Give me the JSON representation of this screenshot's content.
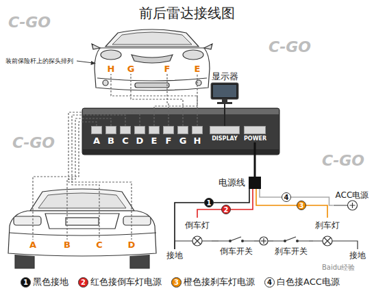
{
  "diagram": {
    "title": "前后雷达接线图",
    "nodes": [
      {
        "text": [
          "H"
        ]
      },
      {
        "text": [
          "G"
        ]
      },
      {
        "text": [
          "F"
        ]
      },
      {
        "text": [
          "E"
        ]
      },
      {
        "text": [
          "显示器"
        ]
      },
      {
        "text": [
          "A"
        ]
      },
      {
        "text": [
          "B"
        ]
      },
      {
        "text": [
          "C"
        ]
      },
      {
        "text": [
          "D"
        ]
      },
      {
        "text": [
          "E"
        ]
      },
      {
        "text": [
          "F"
        ]
      },
      {
        "text": [
          "G"
        ]
      },
      {
        "text": [
          "H"
        ]
      },
      {
        "text": [
          "DISPLAY"
        ]
      },
      {
        "text": [
          "POWER"
        ]
      },
      {
        "text": [
          "电源线"
        ]
      },
      {
        "text": [
          "ACC电源"
        ]
      },
      {
        "text": [
          "倒车灯"
        ]
      },
      {
        "text": [
          "刹车灯"
        ]
      },
      {
        "text": [
          "A"
        ]
      },
      {
        "text": [
          "B"
        ]
      },
      {
        "text": [
          "C"
        ]
      },
      {
        "text": [
          "D"
        ]
      },
      {
        "text": [
          "接地"
        ]
      },
      {
        "text": [
          "倒车开关"
        ]
      },
      {
        "text": [
          "刹车开关"
        ]
      },
      {
        "text": [
          "接地"
        ]
      }
    ],
    "edges": [
      {
        "from": 5,
        "to": 19,
        "arrow": "none"
      },
      {
        "from": 6,
        "to": 20,
        "arrow": "none"
      },
      {
        "from": 7,
        "to": 21,
        "arrow": "none"
      },
      {
        "from": 8,
        "to": 22,
        "arrow": "none"
      },
      {
        "from": 9,
        "to": 3,
        "arrow": "none"
      },
      {
        "from": 10,
        "to": 2,
        "arrow": "none"
      },
      {
        "from": 11,
        "to": 1,
        "arrow": "none"
      },
      {
        "from": 12,
        "to": 0,
        "arrow": "none"
      },
      {
        "from": 13,
        "to": 4,
        "arrow": "none"
      },
      {
        "from": 14,
        "to": 15,
        "arrow": "none"
      },
      {
        "from": 15,
        "to": 23,
        "label": "1",
        "arrow": "none"
      },
      {
        "from": 15,
        "to": 17,
        "label": "2",
        "arrow": "none"
      },
      {
        "from": 15,
        "to": 18,
        "label": "3",
        "arrow": "none"
      },
      {
        "from": 15,
        "to": 16,
        "label": "4",
        "arrow": "none"
      },
      {
        "from": 17,
        "to": 23,
        "arrow": "none"
      },
      {
        "from": 17,
        "to": 24,
        "arrow": "none"
      },
      {
        "from": 24,
        "to": 25,
        "arrow": "none"
      },
      {
        "from": 25,
        "to": 18,
        "arrow": "none"
      },
      {
        "from": 18,
        "to": 26,
        "arrow": "none"
      }
    ],
    "labels": [
      "装前保险杆上的探头排列",
      "C-GO",
      "C-GO",
      "C-GO",
      "C-GO",
      "Baidu经验",
      "1",
      "2",
      "3",
      "4"
    ],
    "legend": [
      {
        "text": "黑色接地",
        "color": "#111111"
      },
      {
        "text": "红色接倒车灯电源",
        "color": "#e02020"
      },
      {
        "text": "橙色接刹车灯电源",
        "color": "#f08c00"
      },
      {
        "text": "白色接ACC电源",
        "color": "#ffffff"
      }
    ]
  }
}
